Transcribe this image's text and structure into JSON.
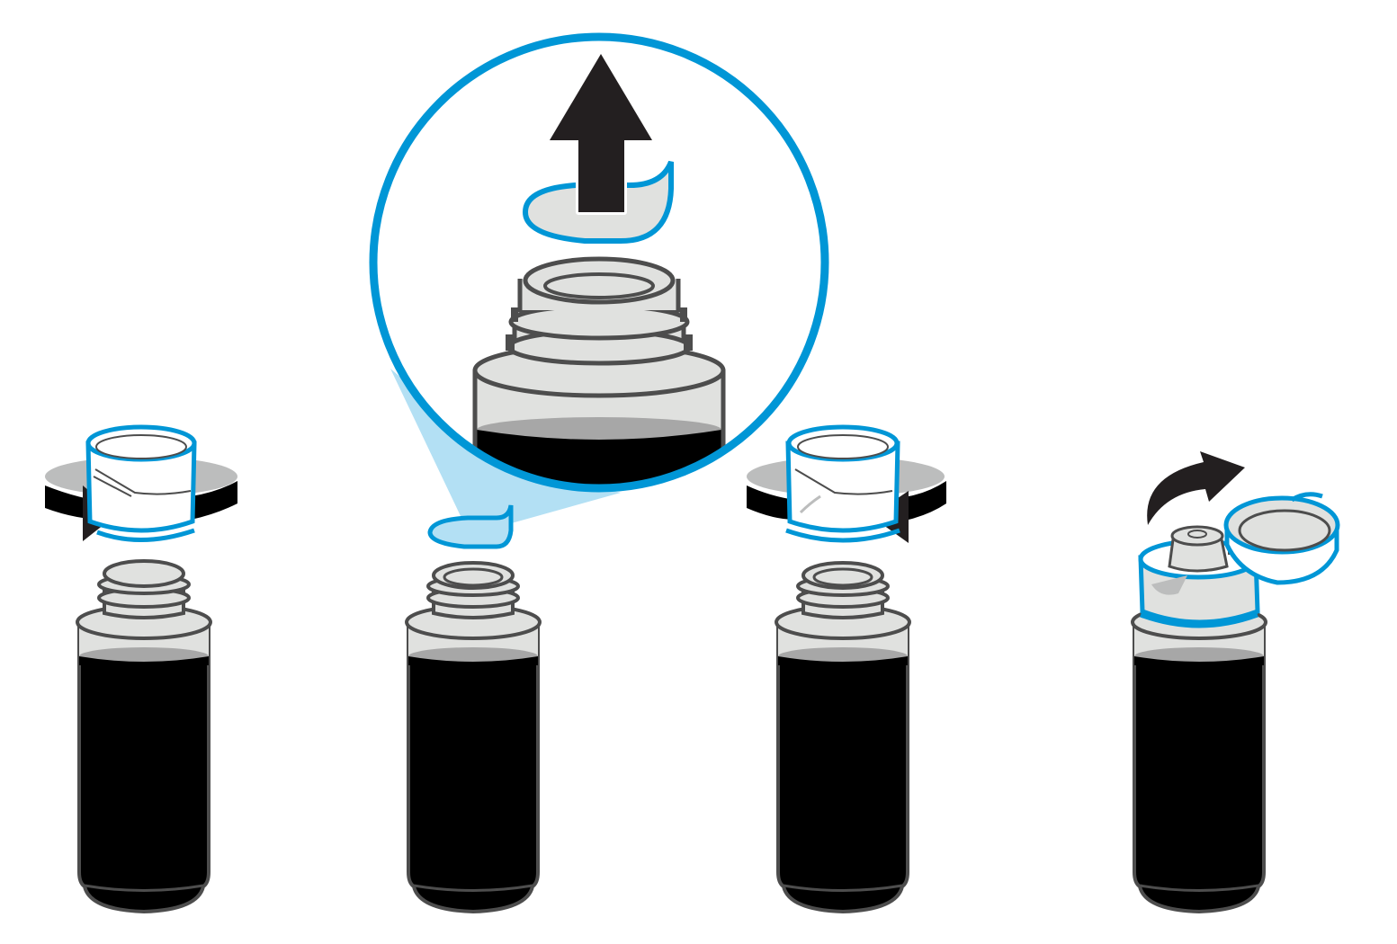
{
  "figure": {
    "steps": [
      {
        "id": "unscrew-cap"
      },
      {
        "id": "remove-seal"
      },
      {
        "id": "screw-on-nozzle-cap"
      },
      {
        "id": "open-nozzle-lid"
      }
    ],
    "colors": {
      "accent_blue": "#0096d6",
      "seal_fill": "#b3e0f4",
      "ink": "#000000",
      "outline": "#4d4d4d",
      "bottle_body_light": "#e0e1df",
      "ink_surface": "#a7a7a7",
      "arrow": "#231f20",
      "ring_shadow": "#bcbdbd"
    },
    "icons": [
      "rotate-counterclockwise-arrow-icon",
      "lift-up-arrow-icon",
      "rotate-clockwise-arrow-icon",
      "flip-open-arrow-icon"
    ]
  }
}
